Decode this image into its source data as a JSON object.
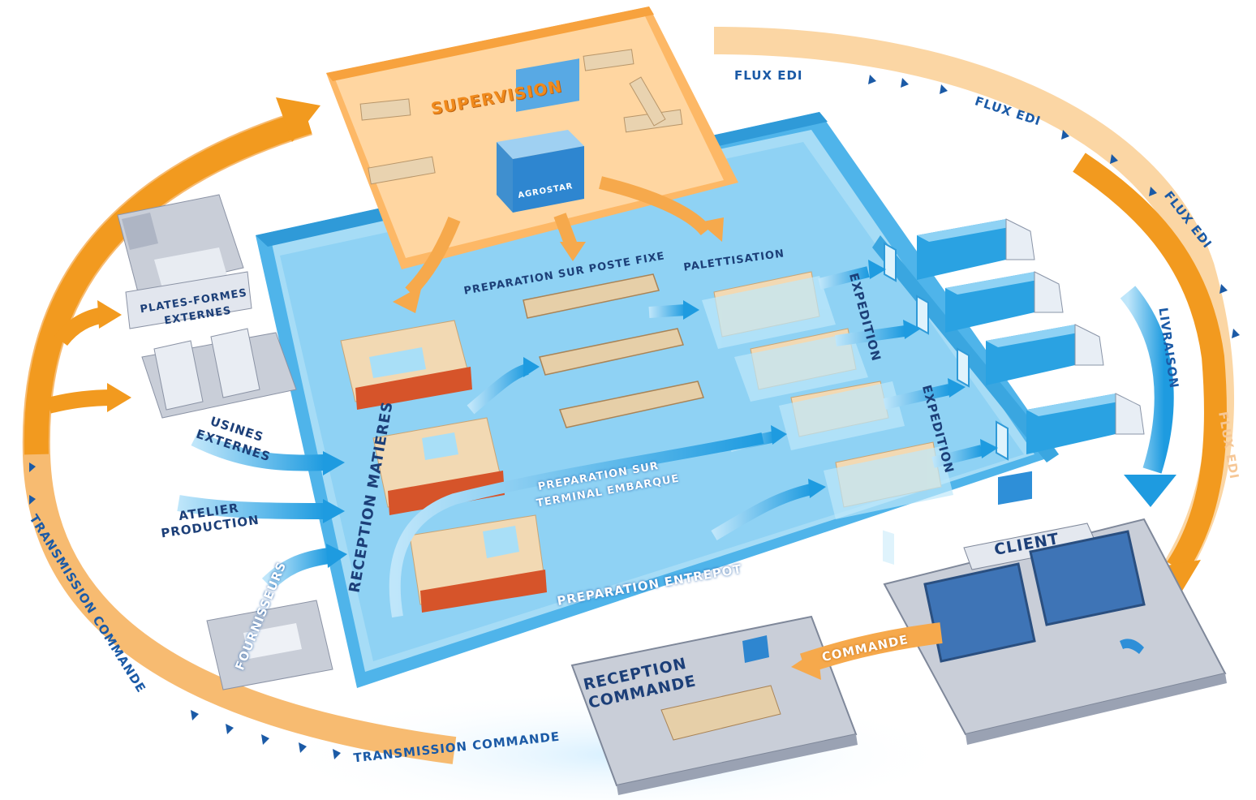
{
  "diagram": {
    "labels": {
      "supervision": "SUPERVISION",
      "agrostar": "AGROSTAR",
      "flux_edi_1": "FLUX EDI",
      "flux_edi_2": "FLUX EDI",
      "flux_edi_3": "FLUX EDI",
      "flux_edi_4": "FLUX EDI",
      "plates_formes_1": "PLATES-FORMES",
      "plates_formes_2": "EXTERNES",
      "usines_1": "USINES",
      "usines_2": "EXTERNES",
      "atelier_1": "ATELIER",
      "atelier_2": "PRODUCTION",
      "fournisseurs": "FOURNISSEURS",
      "reception_matieres": "RECEPTION MATIERES",
      "prep_poste_fixe": "PREPARATION SUR POSTE FIXE",
      "palettisation": "PALETTISATION",
      "expedition_1": "EXPEDITION",
      "expedition_2": "EXPEDITION",
      "prep_terminal_1": "PREPARATION SUR",
      "prep_terminal_2": "TERMINAL EMBARQUE",
      "prep_entrepot": "PREPARATION ENTREPOT",
      "livraison": "LIVRAISON",
      "client": "CLIENT",
      "commande": "COMMANDE",
      "reception_commande_1": "RECEPTION",
      "reception_commande_2": "COMMANDE",
      "transmission_1": "TRANSMISSION COMMANDE",
      "transmission_2": "TRANSMISSION COMMANDE"
    },
    "colors": {
      "flow_orange": "#f29a1f",
      "warehouse_blue": "#4fb4ea",
      "floor_blue": "#8fd2f4",
      "supervision_orange": "#ffc98a",
      "label_blue": "#1b5aa6",
      "panel_grey": "#c9ced8"
    }
  }
}
